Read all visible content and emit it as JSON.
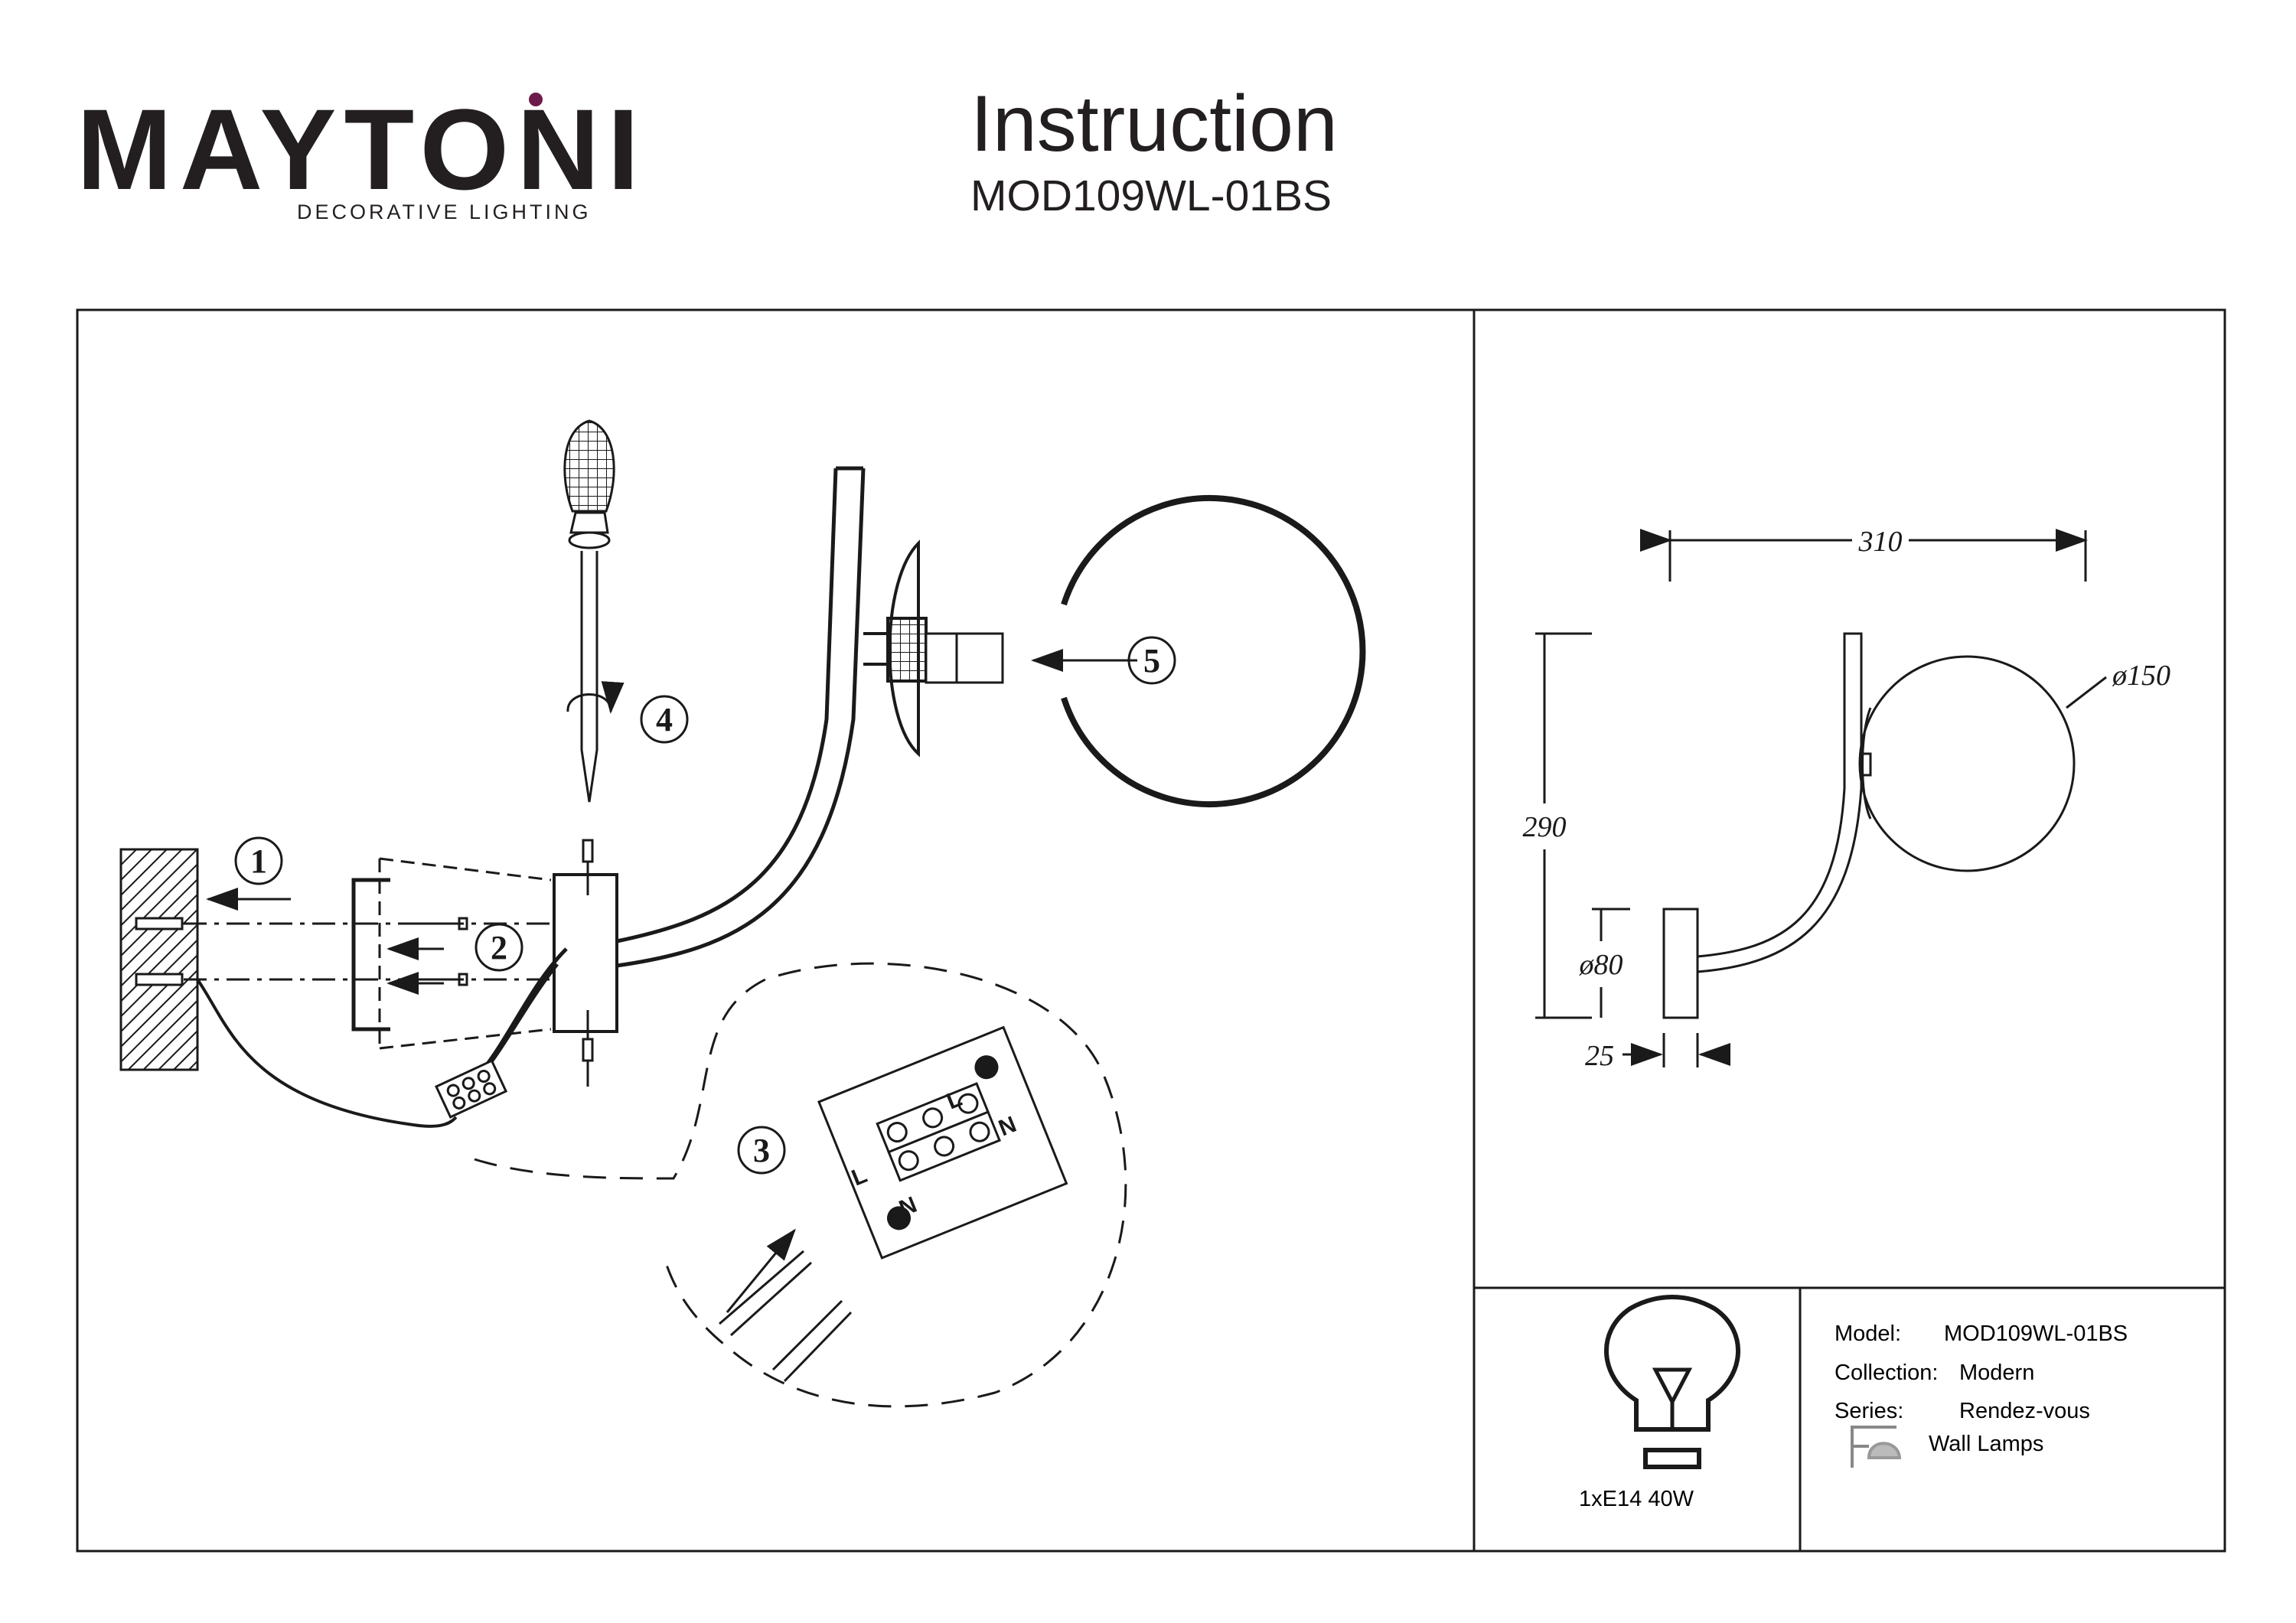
{
  "header": {
    "brand_name": "MAYTONI",
    "brand_tagline": "DECORATIVE LIGHTING",
    "title": "Instruction",
    "model_code": "MOD109WL-01BS"
  },
  "steps": [
    "1",
    "2",
    "3",
    "4",
    "5"
  ],
  "dimensions": {
    "width": "310",
    "height": "290",
    "globe_diameter": "ø150",
    "base_diameter": "ø80",
    "base_depth": "25"
  },
  "wiring_labels": [
    "L",
    "N",
    "L",
    "N"
  ],
  "bulb": {
    "label": "1xE14 40W"
  },
  "specs": {
    "model_label": "Model:",
    "model_value": "MOD109WL-01BS",
    "collection_label": "Collection:",
    "collection_value": "Modern",
    "series_label": "Series:",
    "series_value": "Rendez-vous",
    "type_value": "Wall Lamps"
  },
  "colors": {
    "line": "#1a1a1a",
    "brand_accent": "#6d1b4a"
  },
  "icons": [
    "screwdriver-icon",
    "bulb-icon",
    "wall-lamp-icon",
    "terminal-block-icon"
  ]
}
